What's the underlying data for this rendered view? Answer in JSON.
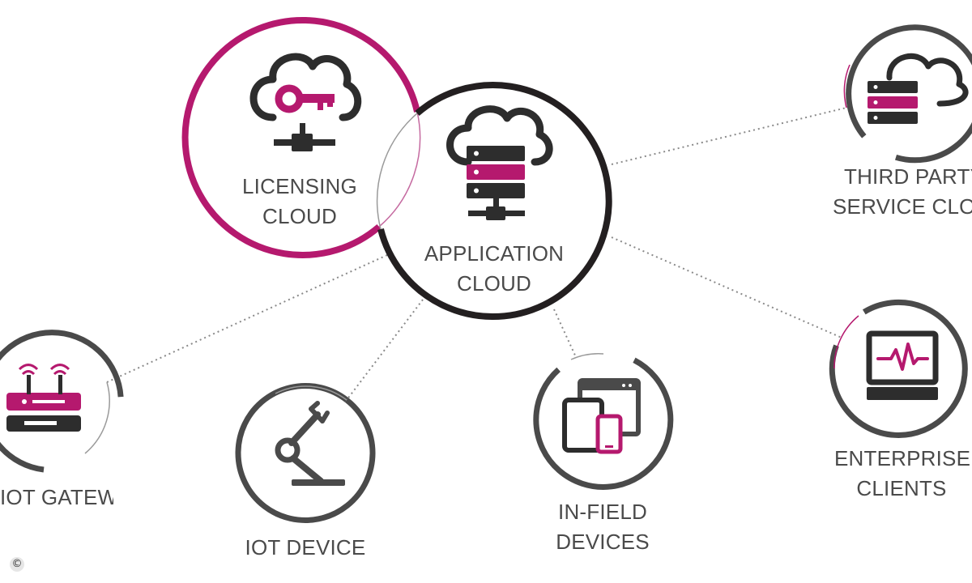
{
  "colors": {
    "magenta": "#b5196e",
    "dark": "#2d2d2d",
    "ring_gray": "#4a4a4a",
    "thin_gray": "#9a9a9a",
    "text": "#4a4a4a"
  },
  "nodes": {
    "licensing": {
      "icon": "cloud-key-icon",
      "line1": "LICENSING",
      "line2": "CLOUD"
    },
    "application": {
      "icon": "cloud-server-icon",
      "line1": "APPLICATION",
      "line2": "CLOUD"
    },
    "third_party": {
      "icon": "server-cloud-icon",
      "line1": "THIRD PARTY",
      "line2": "SERVICE CLOUD"
    },
    "gateway": {
      "icon": "router-icon",
      "line1": "IOT GATEWAY"
    },
    "iot_device": {
      "icon": "robot-arm-icon",
      "line1": "IOT DEVICE"
    },
    "in_field": {
      "icon": "devices-icon",
      "line1": "IN-FIELD",
      "line2": "DEVICES"
    },
    "enterprise": {
      "icon": "monitor-pulse-icon",
      "line1": "ENTERPRISE",
      "line2": "CLIENTS"
    }
  },
  "copyright": "©"
}
